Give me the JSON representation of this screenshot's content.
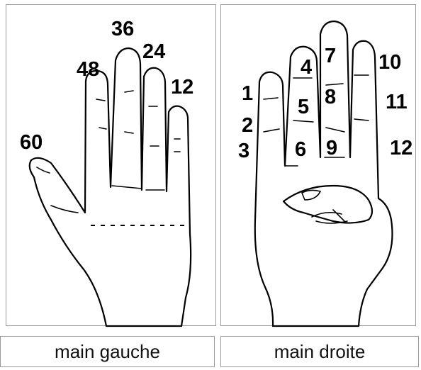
{
  "left_hand": {
    "caption": "main gauche",
    "labels": [
      "60",
      "48",
      "36",
      "24",
      "12"
    ]
  },
  "right_hand": {
    "caption": "main droite",
    "labels": [
      "1",
      "2",
      "3",
      "4",
      "5",
      "6",
      "7",
      "8",
      "9",
      "10",
      "11",
      "12"
    ]
  }
}
